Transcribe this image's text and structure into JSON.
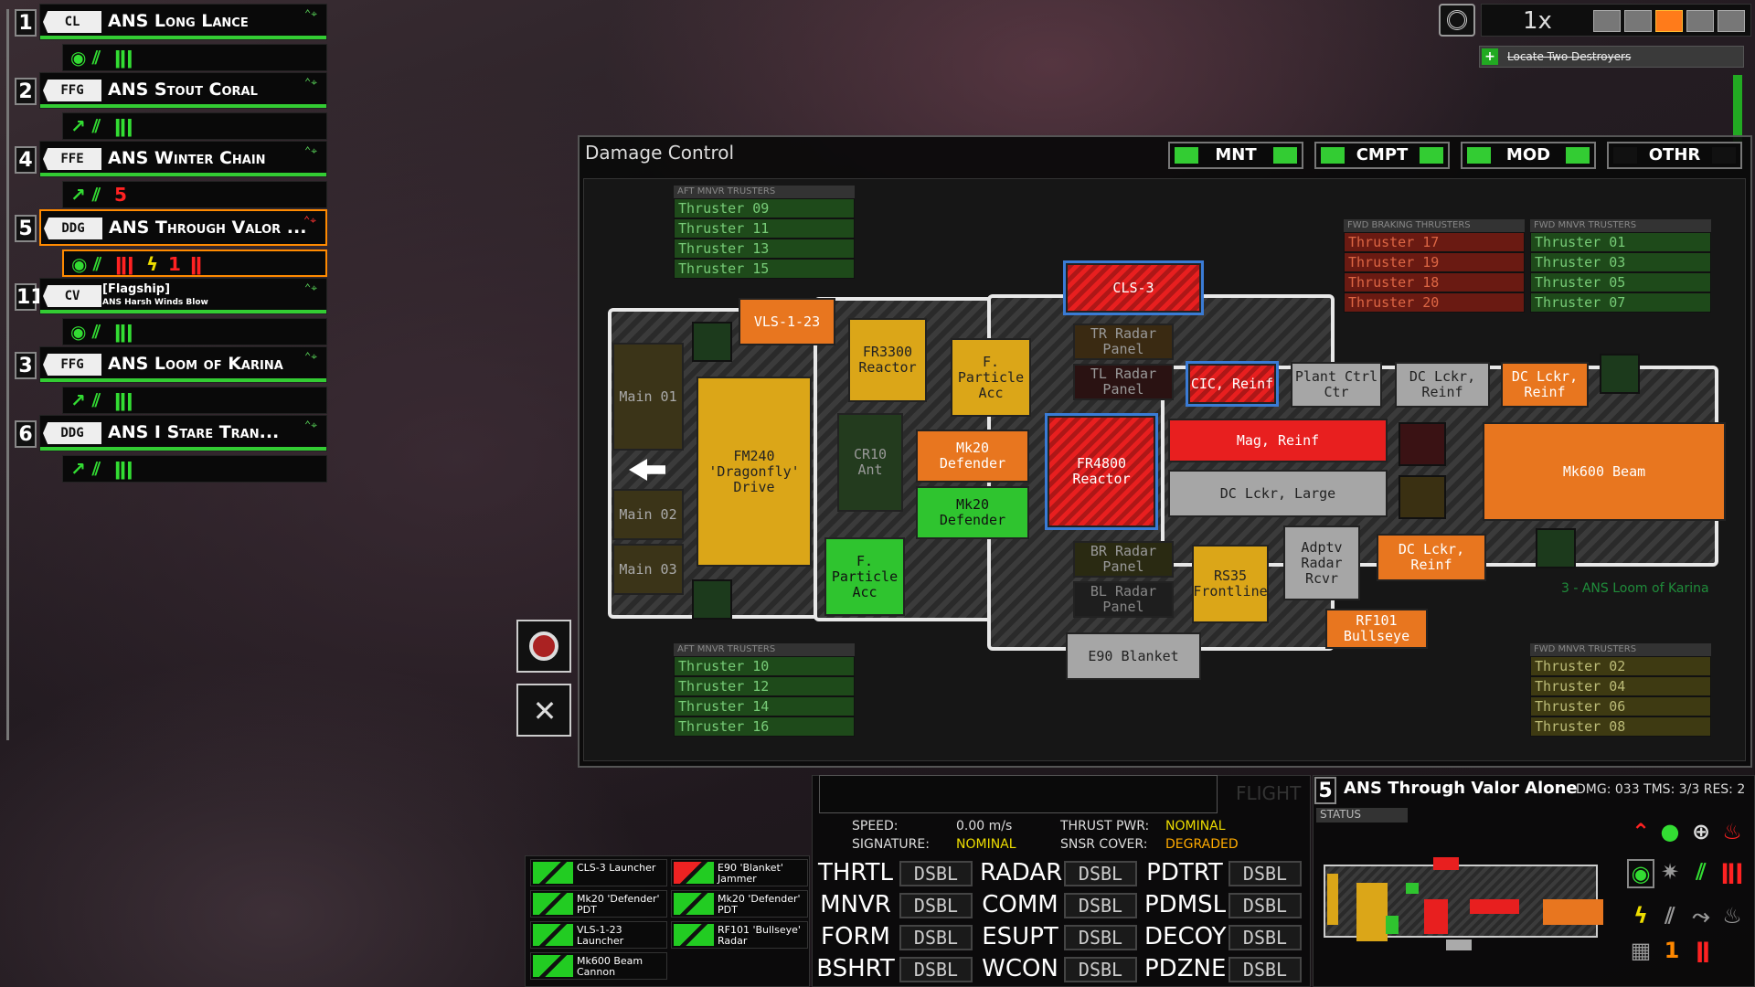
{
  "fleet": [
    {
      "num": "1",
      "badge": "CL",
      "name": "ANS Long Lance",
      "status": [
        {
          "t": "◉",
          "c": "gr"
        },
        {
          "t": "⫽",
          "c": "gr"
        },
        {
          "t": "ǁǀ",
          "c": "gr"
        }
      ]
    },
    {
      "num": "2",
      "badge": "FFG",
      "name": "ANS Stout Coral",
      "status": [
        {
          "t": "↗",
          "c": "gr"
        },
        {
          "t": "⫽",
          "c": "gr"
        },
        {
          "t": "ǁǀ",
          "c": "gr"
        }
      ]
    },
    {
      "num": "4",
      "badge": "FFE",
      "name": "ANS Winter Chain",
      "status": [
        {
          "t": "↗",
          "c": "gr"
        },
        {
          "t": "⫽",
          "c": "gr"
        },
        {
          "t": "5",
          "c": "rd"
        }
      ]
    },
    {
      "num": "5",
      "badge": "DDG",
      "name": "ANS Through Valor ...",
      "status": [
        {
          "t": "◉",
          "c": "gr"
        },
        {
          "t": "⫽",
          "c": "gr"
        },
        {
          "t": "ǁǀ",
          "c": "rd"
        },
        {
          "t": "ϟ",
          "c": "yl"
        },
        {
          "t": "1",
          "c": "rd"
        },
        {
          "t": "ǁ",
          "c": "rd"
        }
      ]
    },
    {
      "num": "11",
      "badge": "CV",
      "name": "[Flagship]",
      "sub": "ANS Harsh Winds Blow",
      "status": [
        {
          "t": "◉",
          "c": "gr"
        },
        {
          "t": "⫽",
          "c": "gr"
        },
        {
          "t": "ǁǀ",
          "c": "gr"
        }
      ]
    },
    {
      "num": "3",
      "badge": "FFG",
      "name": "ANS Loom of Karina",
      "status": [
        {
          "t": "↗",
          "c": "gr"
        },
        {
          "t": "⫽",
          "c": "gr"
        },
        {
          "t": "ǁǀ",
          "c": "gr"
        }
      ]
    },
    {
      "num": "6",
      "badge": "DDG",
      "name": "ANS I Stare Tran...",
      "status": [
        {
          "t": "↗",
          "c": "gr"
        },
        {
          "t": "⫽",
          "c": "gr"
        },
        {
          "t": "ǁǀ",
          "c": "gr"
        }
      ]
    }
  ],
  "topbar": {
    "speed": "1x",
    "objective": "Locate Two Destroyers"
  },
  "dc": {
    "title": "Damage Control",
    "tabs": [
      "MNT",
      "CMPT",
      "MOD",
      "OTHR"
    ],
    "groups": {
      "aft_top": {
        "head": "AFT MNVR TRUSTERS",
        "items": [
          "Thruster 09",
          "Thruster 11",
          "Thruster 13",
          "Thruster 15"
        ]
      },
      "fwd_brake": {
        "head": "FWD BRAKING THRUSTERS",
        "items": [
          "Thruster 17",
          "Thruster 19",
          "Thruster 18",
          "Thruster 20"
        ]
      },
      "fwd_top": {
        "head": "FWD MNVR TRUSTERS",
        "items": [
          "Thruster 01",
          "Thruster 03",
          "Thruster 05",
          "Thruster 07"
        ]
      },
      "aft_bot": {
        "head": "AFT MNVR TRUSTERS",
        "items": [
          "Thruster 10",
          "Thruster 12",
          "Thruster 14",
          "Thruster 16"
        ]
      },
      "fwd_bot": {
        "head": "FWD MNVR TRUSTERS",
        "items": [
          "Thruster 02",
          "Thruster 04",
          "Thruster 06",
          "Thruster 08"
        ]
      }
    },
    "comps": {
      "main01": "Main 01",
      "main02": "Main 02",
      "main03": "Main 03",
      "drive": "FM240\n'Dragonfly'\nDrive",
      "vls": "VLS-1-23",
      "fr3300": "FR3300\nReactor",
      "cr10": "CR10\nAnt",
      "fpa1": "F.\nParticle\nAcc",
      "fpa2": "F.\nParticle\nAcc",
      "mk20a": "Mk20\nDefender",
      "mk20b": "Mk20\nDefender",
      "cls3": "CLS-3",
      "trradar": "TR Radar\nPanel",
      "tlradar": "TL Radar\nPanel",
      "fr4800": "FR4800\nReactor",
      "brradar": "BR Radar\nPanel",
      "blradar": "BL Radar\nPanel",
      "e90": "E90 Blanket",
      "cic": "CIC, Reinf",
      "plant": "Plant Ctrl\nCtr",
      "dcl1": "DC Lckr,\nReinf",
      "dcl2": "DC Lckr,\nReinf",
      "dcl3": "DC Lckr,\nReinf",
      "mag": "Mag, Reinf",
      "dclarge": "DC Lckr, Large",
      "mk600": "Mk600 Beam",
      "rs35": "RS35\nFrontline",
      "adptv": "Adptv\nRadar\nRcvr",
      "rf101": "RF101\nBullseye"
    },
    "overlay_text": "3 - ANS Loom of Karina"
  },
  "weapons": [
    {
      "label": "CLS-3 Launcher",
      "state": "ok"
    },
    {
      "label": "E90 'Blanket' Jammer",
      "state": "dmg"
    },
    {
      "label": "Mk20 'Defender' PDT",
      "state": "ok"
    },
    {
      "label": "Mk20 'Defender' PDT",
      "state": "ok"
    },
    {
      "label": "VLS-1-23 Launcher",
      "state": "ok"
    },
    {
      "label": "RF101 'Bullseye' Radar",
      "state": "ok"
    },
    {
      "label": "Mk600 Beam Cannon",
      "state": "ok"
    }
  ],
  "flight": {
    "tab": "FLIGHT",
    "speed_lbl": "SPEED:",
    "speed_val": "0.00 m/s",
    "thrust_lbl": "THRUST PWR:",
    "thrust_val": "NOMINAL",
    "sig_lbl": "SIGNATURE:",
    "sig_val": "NOMINAL",
    "snsr_lbl": "SNSR COVER:",
    "snsr_val": "DEGRADED",
    "dsbl": "DSBL",
    "systems": [
      "THRTL",
      "RADAR",
      "PDTRT",
      "MNVR",
      "COMM",
      "PDMSL",
      "FORM",
      "ESUPT",
      "DECOY",
      "BSHRT",
      "WCON",
      "PDZNE"
    ]
  },
  "ship": {
    "num": "5",
    "name": "ANS Through Valor Alone",
    "stats": "DMG: 033 TMS: 3/3 RES: 2",
    "status_lbl": "STATUS",
    "count1": "1"
  },
  "colors": {
    "ok": "#33dd33",
    "danger": "#ee2222",
    "warn": "#eedd00",
    "select": "#ff8a00"
  }
}
